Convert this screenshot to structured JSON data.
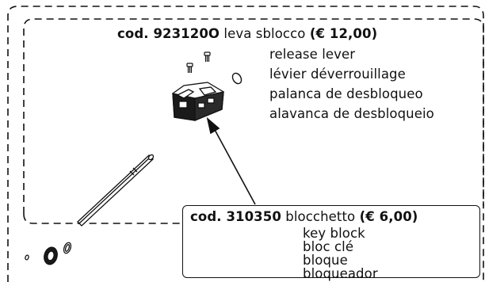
{
  "part_1": {
    "code_label": "cod. 923120O",
    "name_it": "leva sblocco",
    "price": "(€ 12,00)",
    "name_en": "release lever",
    "name_fr": "lévier déverrouillage",
    "name_es": "palanca de desbloqueo",
    "name_pt": "alavanca de desbloqueio"
  },
  "part_2": {
    "code_label": "cod. 310350",
    "name_it": "blocchetto",
    "price": "(€ 6,00)",
    "name_en": "key block",
    "name_fr": "bloc clé",
    "name_es": "bloque",
    "name_pt": "bloqueador"
  },
  "colors": {
    "ink": "#111111",
    "background": "#ffffff"
  }
}
